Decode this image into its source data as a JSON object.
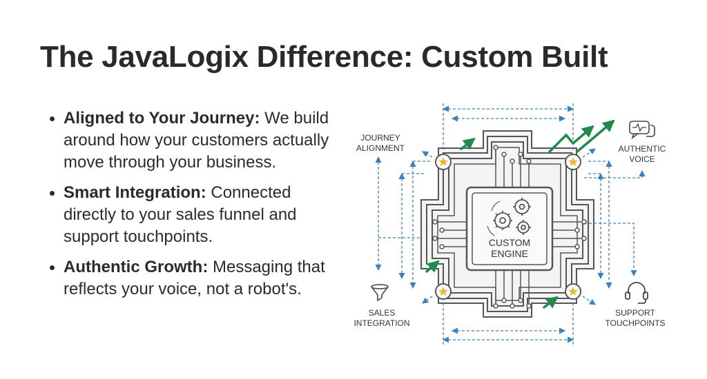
{
  "title": "The JavaLogix Difference: Custom Built",
  "bullets": [
    {
      "lead": "Aligned to Your Journey:",
      "text": " We build around how your customers actually move through your business."
    },
    {
      "lead": "Smart Integration:",
      "text": " Connected directly to your sales funnel and support touchpoints."
    },
    {
      "lead": "Authentic Growth:",
      "text": " Messaging that reflects your voice, not a robot's."
    }
  ],
  "diagram": {
    "center_label": [
      "CUSTOM",
      "ENGINE"
    ],
    "labels": {
      "journey": [
        "JOURNEY",
        "ALIGNMENT"
      ],
      "voice": [
        "AUTHENTIC",
        "VOICE"
      ],
      "sales": [
        "SALES",
        "INTEGRATION"
      ],
      "support": [
        "SUPPORT",
        "TOUCHPOINTS"
      ]
    },
    "icons": [
      "gears-icon",
      "star-icon",
      "growth-arrow-icon",
      "chat-bubbles-icon",
      "funnel-icon",
      "headset-icon"
    ],
    "colors": {
      "dash": "#3b82c4",
      "arrow": "#1f8a4c",
      "star": "#f0b429",
      "chip": "#555555"
    }
  }
}
